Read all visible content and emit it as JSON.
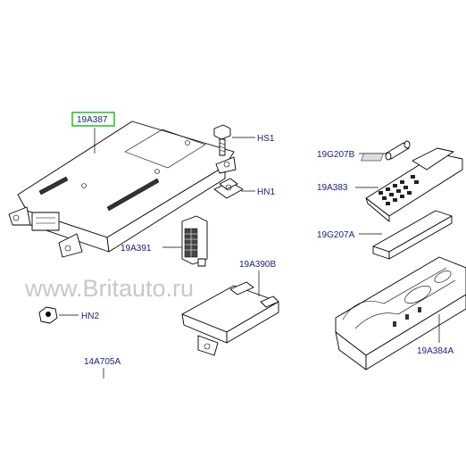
{
  "watermark": "www.Britauto.ru",
  "highlight_color": "#22c122",
  "label_color": "#1a237e",
  "labels": {
    "control_module": "19A387",
    "screw": "HS1",
    "nut_clip": "HN1",
    "sensor": "19A391",
    "bracket": "19A390B",
    "nut": "HN2",
    "harness": "14A705A",
    "battery": "19G207B",
    "handset": "19A383",
    "handset_cover": "19G207A",
    "cradle": "19A384A"
  }
}
